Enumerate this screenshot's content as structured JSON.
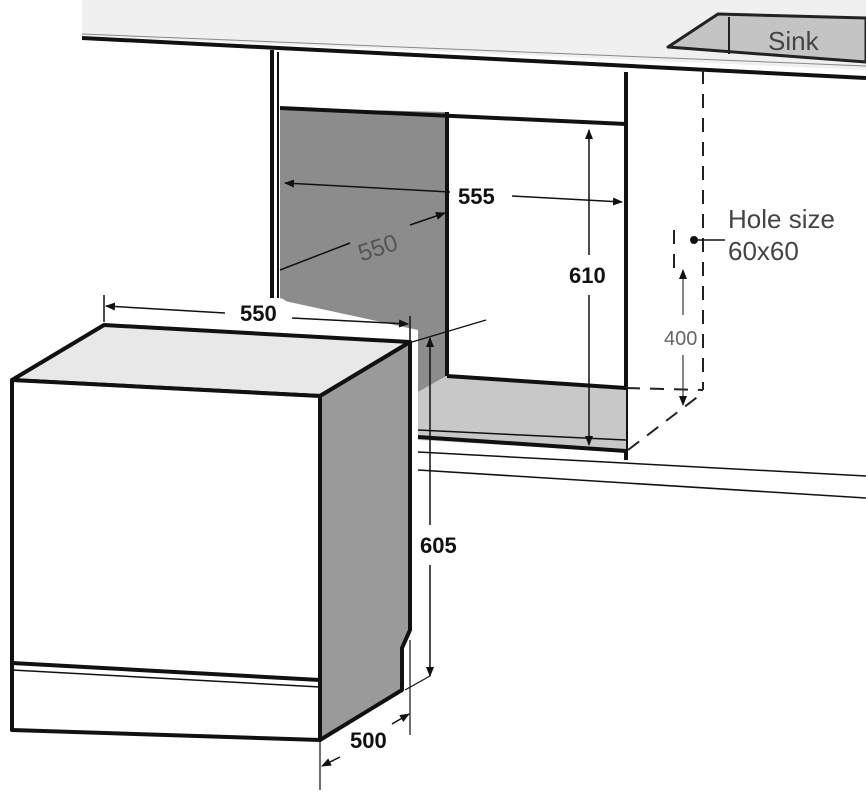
{
  "diagram": {
    "type": "installation-dimension-drawing",
    "subject": "built-in dishwasher under countertop",
    "labels": {
      "sink": "Sink",
      "hole_size_title": "Hole size",
      "hole_size_value": "60x60"
    },
    "dimensions": {
      "niche_width": "555",
      "niche_depth": "550",
      "niche_height": "610",
      "hole_height": "400",
      "appliance_width": "550",
      "appliance_height": "605",
      "appliance_depth": "500"
    },
    "colors": {
      "line": "#111111",
      "niche_back": "#8c8c8c",
      "niche_floor": "#c8c8c8",
      "appliance_top": "#e8e8e8",
      "appliance_side": "#9a9a9a",
      "countertop": "#f0f0f0",
      "sink_fill": "#c4c4c4"
    }
  }
}
